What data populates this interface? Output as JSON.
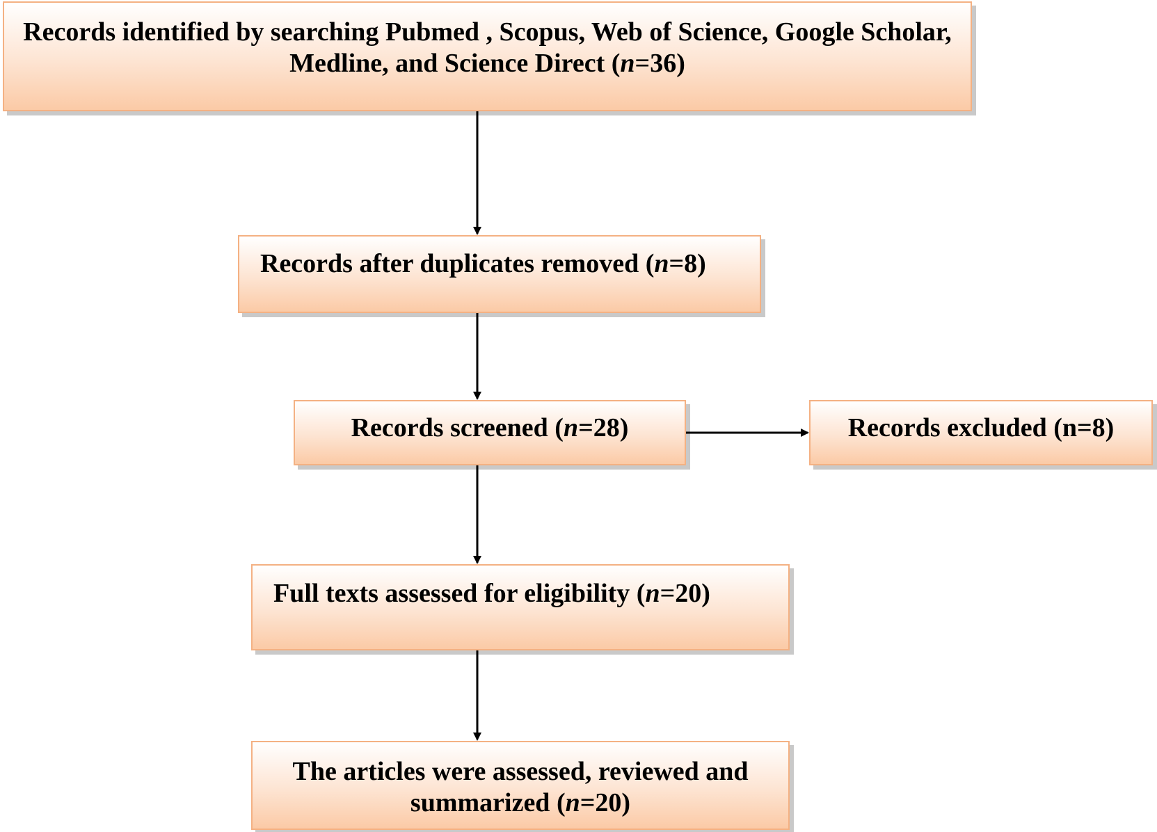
{
  "flowchart": {
    "steps": [
      {
        "id": "identified",
        "text_before": "Records identified by searching Pubmed , Scopus, Web of Science, Google Scholar, Medline, and Science Direct (",
        "n_symbol": "n",
        "text_after": "=36)"
      },
      {
        "id": "duplicates-removed",
        "text_before": "Records after duplicates removed (",
        "n_symbol": "n",
        "text_after": "=8)"
      },
      {
        "id": "screened",
        "text_before": "Records screened (",
        "n_symbol": "n",
        "text_after": "=28)"
      },
      {
        "id": "excluded",
        "text_before": "Records excluded (n=8)",
        "n_symbol": "",
        "text_after": ""
      },
      {
        "id": "full-texts",
        "text_before": "Full texts assessed for eligibility (",
        "n_symbol": "n",
        "text_after": "=20)"
      },
      {
        "id": "summarized",
        "text_before": "The articles were assessed, reviewed and summarized (",
        "n_symbol": "n",
        "text_after": "=20)"
      }
    ],
    "edges": [
      {
        "from": "identified",
        "to": "duplicates-removed"
      },
      {
        "from": "duplicates-removed",
        "to": "screened"
      },
      {
        "from": "screened",
        "to": "excluded"
      },
      {
        "from": "screened",
        "to": "full-texts"
      },
      {
        "from": "full-texts",
        "to": "summarized"
      }
    ],
    "colors": {
      "box_border": "#f4b183",
      "box_fill_top": "#ffffff",
      "box_fill_bottom": "#fbcaa6",
      "shadow": "#c9c9c9",
      "arrow": "#000000"
    }
  }
}
